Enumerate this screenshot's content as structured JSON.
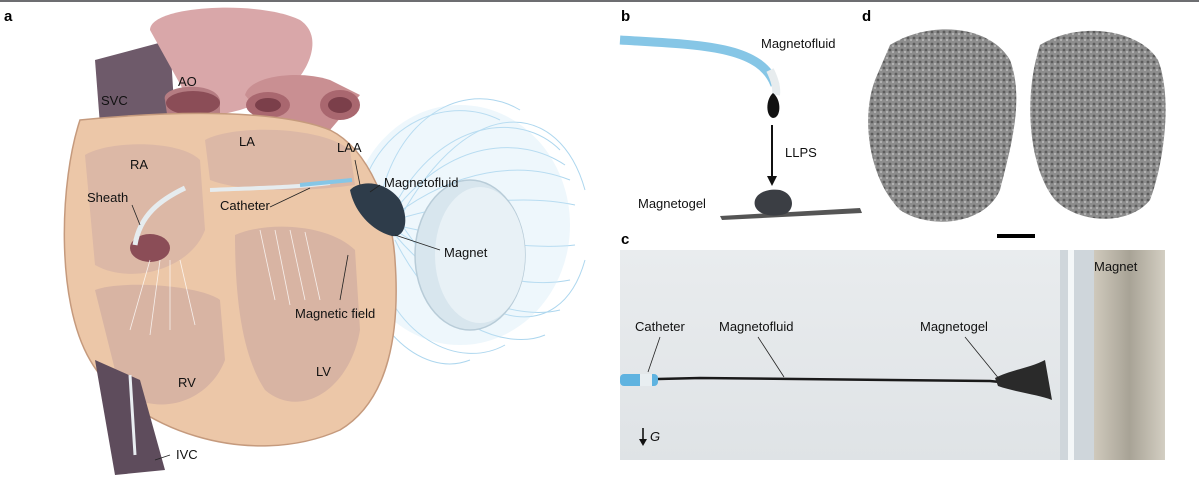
{
  "panels": {
    "a": {
      "letter": "a",
      "labels": {
        "svc": "SVC",
        "ao": "AO",
        "la": "LA",
        "laa": "LAA",
        "ra": "RA",
        "sheath": "Sheath",
        "catheter": "Catheter",
        "magnetofluid": "Magnetofluid",
        "magnet": "Magnet",
        "magnetic_field": "Magnetic field",
        "rv": "RV",
        "lv": "LV",
        "ivc": "IVC"
      }
    },
    "b": {
      "letter": "b",
      "labels": {
        "magnetofluid": "Magnetofluid",
        "llps": "LLPS",
        "magnetogel": "Magnetogel"
      }
    },
    "c": {
      "letter": "c",
      "labels": {
        "magnet": "Magnet",
        "catheter": "Catheter",
        "magnetofluid": "Magnetofluid",
        "magnetogel": "Magnetogel",
        "gravity_symbol": "G"
      }
    },
    "d": {
      "letter": "d"
    }
  },
  "colors": {
    "heart_wall": "#ecc7a8",
    "vessel": "#c98f92",
    "catheter_blue": "#86c6e6",
    "magnetic_field": "#a9d5ee",
    "gel_dark": "#2e3440"
  }
}
